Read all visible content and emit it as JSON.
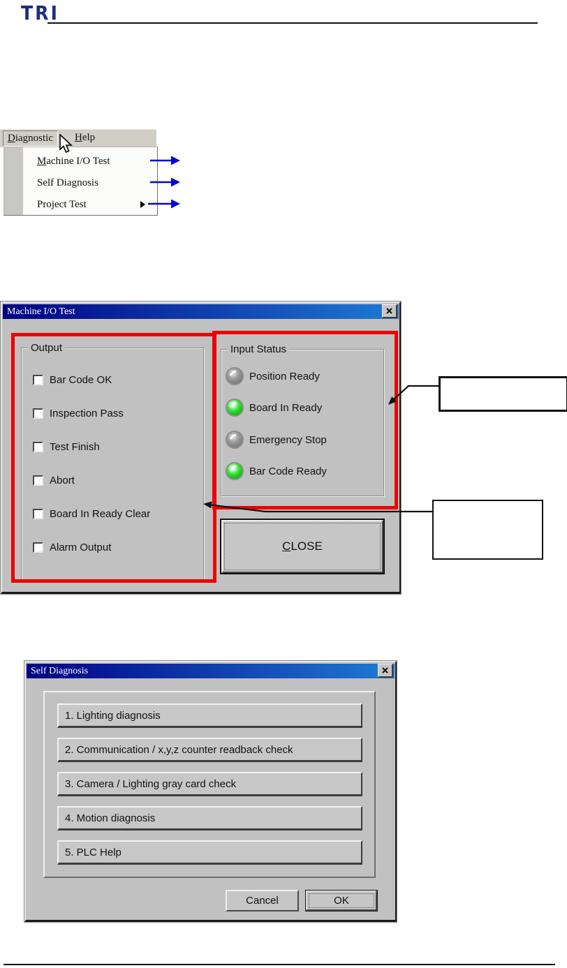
{
  "page": {
    "logo": "TRI"
  },
  "menu": {
    "bar": [
      {
        "label": "Diagnostic"
      },
      {
        "label": "Help"
      }
    ],
    "items": [
      {
        "label": "Machine I/O Test",
        "has_submenu": false
      },
      {
        "label": "Self Diagnosis",
        "has_submenu": false
      },
      {
        "label": "Project Test",
        "has_submenu": true
      }
    ]
  },
  "io_dialog": {
    "title": "Machine I/O Test",
    "output": {
      "label": "Output",
      "items": [
        {
          "label": "Bar Code OK",
          "checked": false
        },
        {
          "label": "Inspection Pass",
          "checked": false
        },
        {
          "label": "Test Finish",
          "checked": false
        },
        {
          "label": "Abort",
          "checked": false
        },
        {
          "label": "Board In Ready Clear",
          "checked": false
        },
        {
          "label": "Alarm Output",
          "checked": false
        }
      ]
    },
    "input": {
      "label": "Input Status",
      "items": [
        {
          "label": "Position Ready",
          "state": "off"
        },
        {
          "label": "Board In Ready",
          "state": "on"
        },
        {
          "label": "Emergency Stop",
          "state": "off"
        },
        {
          "label": "Bar Code Ready",
          "state": "on"
        }
      ]
    },
    "close_button": "CLOSE"
  },
  "self_dialog": {
    "title": "Self Diagnosis",
    "buttons": [
      {
        "label": "1. Lighting diagnosis"
      },
      {
        "label": "2. Communication / x,y,z counter readback check"
      },
      {
        "label": "3. Camera / Lighting gray card check"
      },
      {
        "label": "4. Motion diagnosis"
      },
      {
        "label": "5. PLC Help"
      }
    ],
    "cancel_button": "Cancel",
    "ok_button": "OK"
  },
  "annotations": {
    "callout_top_text": "",
    "callout_bottom_text": "",
    "colors": {
      "highlight_red": "#ee0202",
      "arrow_blue": "#0005dd",
      "leader_black": "#111111",
      "led_on_green": "#2ce02c",
      "led_off_grey": "#9a9a9a",
      "titlebar_gradient_from": "#000083",
      "titlebar_gradient_to": "#1f7ad4"
    }
  }
}
